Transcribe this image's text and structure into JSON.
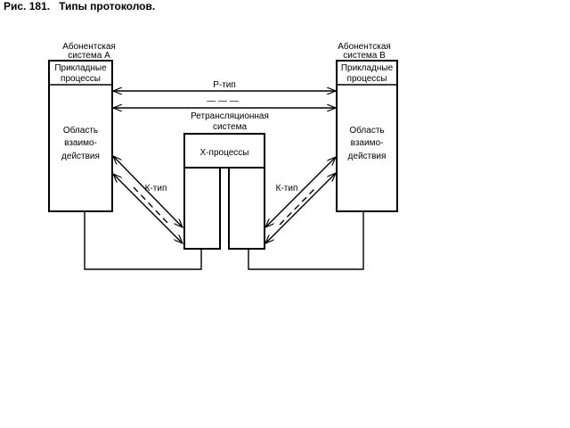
{
  "figure_title": "Рис. 181.   Типы протоколов.",
  "system_a": {
    "caption_line1": "Абонентская",
    "caption_line2": "система  А",
    "top_section_line1": "Прикладные",
    "top_section_line2": "процессы",
    "main_section_line1": "Область",
    "main_section_line2": "взаимо-",
    "main_section_line3": "действия"
  },
  "system_b": {
    "caption_line1": "Абонентская",
    "caption_line2": "система  В",
    "top_section_line1": "Прикладные",
    "top_section_line2": "процессы",
    "main_section_line1": "Область",
    "main_section_line2": "взаимо-",
    "main_section_line3": "действия"
  },
  "relay_system": {
    "caption_line1": "Ретрансляционная",
    "caption_line2": "система",
    "process_label": "Х-процессы"
  },
  "connections": {
    "p_type_label": "Р-тип",
    "dashed_label": "— — —",
    "k_type_left_label": "К-тип",
    "k_type_right_label": "К-тип"
  },
  "colors": {
    "background": "#ffffff",
    "stroke": "#000000"
  }
}
